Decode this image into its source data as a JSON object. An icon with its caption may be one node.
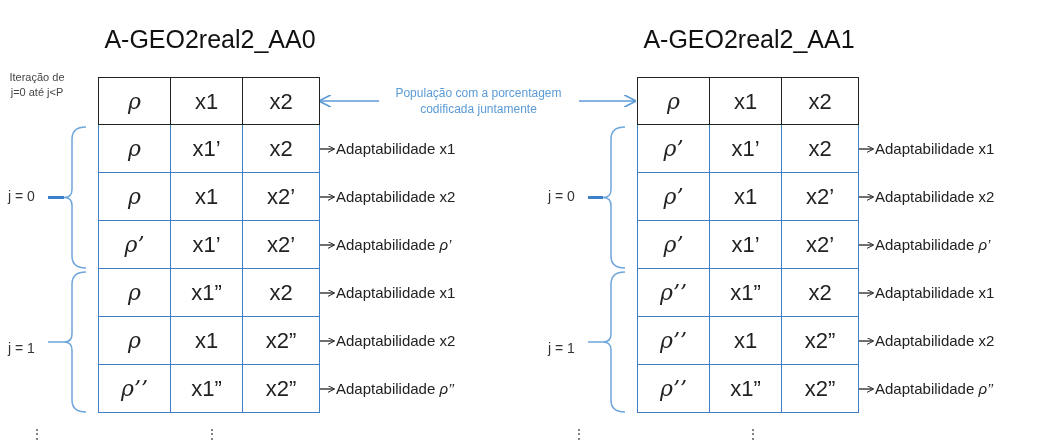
{
  "diagram": {
    "nodes": [
      {
        "text": [
          "A-GEO2real2_AA0"
        ]
      },
      {
        "text": [
          "ρ",
          "x1",
          "x2"
        ],
        "in": 0
      },
      {
        "text": [
          "ρ",
          "x1’",
          "x2"
        ],
        "in": 0
      },
      {
        "text": [
          "ρ",
          "x1",
          "x2’"
        ],
        "in": 0
      },
      {
        "text": [
          "ρ’",
          "x1’",
          "x2’"
        ],
        "in": 0
      },
      {
        "text": [
          "ρ",
          "x1”",
          "x2"
        ],
        "in": 0
      },
      {
        "text": [
          "ρ",
          "x1",
          "x2”"
        ],
        "in": 0
      },
      {
        "text": [
          "ρ’’",
          "x1”",
          "x2”"
        ],
        "in": 0
      },
      {
        "text": [
          "Adaptabilidade x1"
        ]
      },
      {
        "text": [
          "Adaptabilidade x2"
        ]
      },
      {
        "text": [
          "Adaptabilidade *ρ’*"
        ]
      },
      {
        "text": [
          "Adaptabilidade x1"
        ]
      },
      {
        "text": [
          "Adaptabilidade x2"
        ]
      },
      {
        "text": [
          "Adaptabilidade *ρ’’*"
        ]
      },
      {
        "text": [
          "A-GEO2real2_AA1"
        ]
      },
      {
        "text": [
          "ρ",
          "x1",
          "x2"
        ],
        "in": 14
      },
      {
        "text": [
          "ρ’",
          "x1’",
          "x2"
        ],
        "in": 14
      },
      {
        "text": [
          "ρ’",
          "x1",
          "x2’"
        ],
        "in": 14
      },
      {
        "text": [
          "ρ’",
          "x1’",
          "x2’"
        ],
        "in": 14
      },
      {
        "text": [
          "ρ’’",
          "x1”",
          "x2"
        ],
        "in": 14
      },
      {
        "text": [
          "ρ’’",
          "x1",
          "x2”"
        ],
        "in": 14
      },
      {
        "text": [
          "ρ’’",
          "x1”",
          "x2”"
        ],
        "in": 14
      },
      {
        "text": [
          "Adaptabilidade x1"
        ]
      },
      {
        "text": [
          "Adaptabilidade x2"
        ]
      },
      {
        "text": [
          "Adaptabilidade *ρ’*"
        ]
      },
      {
        "text": [
          "Adaptabilidade x1"
        ]
      },
      {
        "text": [
          "Adaptabilidade x2"
        ]
      },
      {
        "text": [
          "Adaptabilidade *ρ’’*"
        ]
      }
    ],
    "edges": [
      {
        "from": 1,
        "to": 15,
        "arrow": "both",
        "label": "População com a porcentagem codificada juntamente",
        "color": "#5b9bd5"
      },
      {
        "from": 2,
        "to": 8,
        "arrow": "to"
      },
      {
        "from": 3,
        "to": 9,
        "arrow": "to"
      },
      {
        "from": 4,
        "to": 10,
        "arrow": "to"
      },
      {
        "from": 5,
        "to": 11,
        "arrow": "to"
      },
      {
        "from": 6,
        "to": 12,
        "arrow": "to"
      },
      {
        "from": 7,
        "to": 13,
        "arrow": "to"
      },
      {
        "from": 16,
        "to": 22,
        "arrow": "to"
      },
      {
        "from": 17,
        "to": 23,
        "arrow": "to"
      },
      {
        "from": 18,
        "to": 24,
        "arrow": "to"
      },
      {
        "from": 19,
        "to": 25,
        "arrow": "to"
      },
      {
        "from": 20,
        "to": 26,
        "arrow": "to"
      },
      {
        "from": 21,
        "to": 27,
        "arrow": "to"
      }
    ],
    "labels": [
      "Iteração de j=0 até j<P",
      "j = 0",
      "j = 1",
      "⋮",
      "⋮",
      "j = 0",
      "j = 1",
      "⋮",
      "⋮"
    ]
  }
}
